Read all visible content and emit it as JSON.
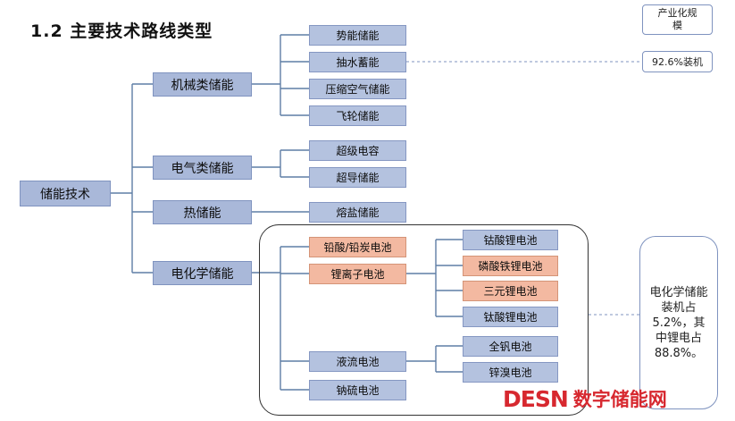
{
  "title": "1.2 主要技术路线类型",
  "root": "储能技术",
  "categories": {
    "mechanical": "机械类储能",
    "electrical": "电气类储能",
    "thermal": "热储能",
    "electrochemical": "电化学储能"
  },
  "mechanical_items": [
    "势能储能",
    "抽水蓄能",
    "压缩空气储能",
    "飞轮储能"
  ],
  "electrical_items": [
    "超级电容",
    "超导储能"
  ],
  "thermal_items": [
    "熔盐储能"
  ],
  "electrochemical_items": [
    "铅酸/铅炭电池",
    "锂离子电池",
    "液流电池",
    "钠硫电池"
  ],
  "lithium_items": [
    "钴酸锂电池",
    "磷酸铁锂电池",
    "三元锂电池",
    "钛酸锂电池"
  ],
  "flow_items": [
    "全钒电池",
    "锌溴电池"
  ],
  "notes": {
    "scale": "产业化规模",
    "pumped": "92.6%装机",
    "electrochemical_share": "电化学储能装机占5.2%，其中锂电占88.8%。"
  },
  "watermark": {
    "logo": "DESN",
    "text": "数字储能网"
  },
  "colors": {
    "node_fill": "#a9b8d9",
    "leaf_fill": "#b4c2df",
    "highlight_fill": "#f3b9a1",
    "line": "#5f7ea6",
    "watermark": "#d7282f"
  }
}
